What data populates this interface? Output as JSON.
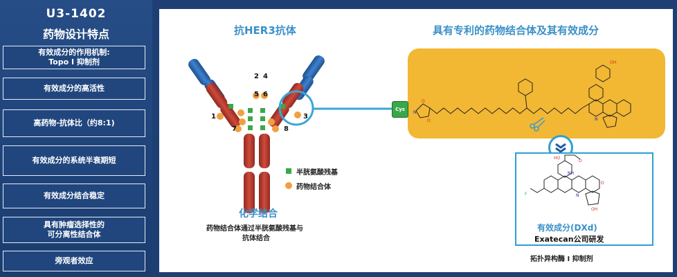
{
  "sidebar": {
    "title_line1": "U3-1402",
    "title_line2": "药物设计特点",
    "features": [
      "有效成分的作用机制:\nTopo I 抑制剂",
      "有效成分的高活性",
      "高药物-抗体比（约8:1)",
      "有效成分的系统半衰期短",
      "有效成分结合稳定",
      "具有肿瘤选择性的\n可分离性结合体",
      "旁观者效应"
    ]
  },
  "antibody": {
    "heading": "抗HER3抗体",
    "site_numbers": [
      "1",
      "2",
      "3",
      "4",
      "5",
      "6",
      "7",
      "8"
    ],
    "legend": {
      "cysteine": "半胱氨酸残基",
      "payload": "药物结合体"
    },
    "chem_title": "化学结合",
    "chem_desc_line1": "药物结合体通过半胱氨酸残基与",
    "chem_desc_line2": "抗体结合"
  },
  "linker": {
    "heading": "具有专利的药物结合体及其有效成分",
    "cys_label": "Cys"
  },
  "payload": {
    "title": "有效成分(DXd)",
    "subtitle": "Exatecan公司研发",
    "caption": "拓扑异构酶 I 抑制剂"
  },
  "colors": {
    "background": "#1d3f73",
    "heavy_chain": "#c0392b",
    "light_chain": "#2e6fb5",
    "cysteine": "#3aa84a",
    "payload_dot": "#f0a040",
    "linker_panel": "#f2b733",
    "accent": "#3a90c8"
  }
}
